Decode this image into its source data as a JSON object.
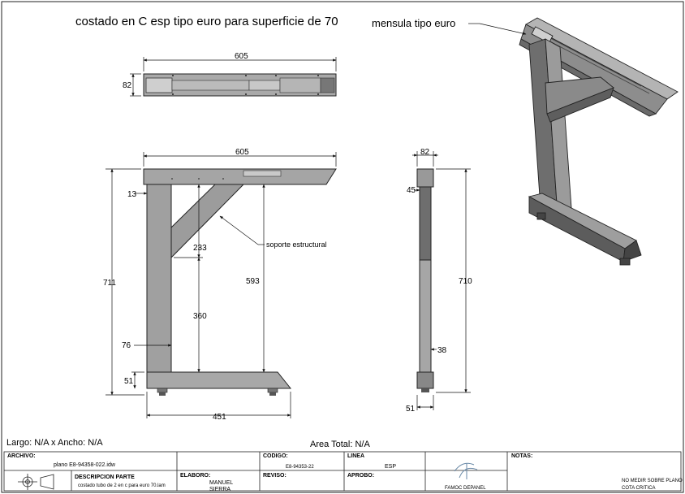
{
  "drawing": {
    "title": "costado en C esp tipo euro para superficie de 70",
    "callout_mensula": "mensula tipo euro",
    "callout_soporte": "soporte estructural",
    "dims_top": {
      "width": "605",
      "height": "82"
    },
    "dims_front": {
      "width": "605",
      "height": "711",
      "inset": "13",
      "brace_h": "233",
      "upper_h": "360",
      "full_h": "593",
      "post_w": "76",
      "base_h": "51",
      "base_w": "451"
    },
    "dims_side": {
      "width": "82",
      "cap": "45",
      "height": "710",
      "post": "38",
      "foot": "51"
    }
  },
  "info": {
    "largo_ancho": "Largo: N/A x Ancho: N/A",
    "area_total": "Area Total: N/A"
  },
  "title_block": {
    "archivo_label": "ARCHIVO:",
    "archivo_value": "plano E8-94358-022.idw",
    "descripcion_label": "DESCRIPCION PARTE",
    "descripcion_value": "costado tubo de 2 en c para euro 70.lam",
    "codigo_label": "CODIGO:",
    "codigo_value": "E8-94353-22",
    "linea_label": "LINEA",
    "linea_value": "ESP",
    "elaboro_label": "ELABORO:",
    "elaboro_value_1": "MANUEL",
    "elaboro_value_2": "SIERRA",
    "reviso_label": "REVISO:",
    "aprobo_label": "APROBO:",
    "company": "FAMOC DEPANEL",
    "notas_label": "NOTAS:",
    "nota_1": "NO MEDIR SOBRE PLANO",
    "nota_2": "COTA CRITICA"
  }
}
